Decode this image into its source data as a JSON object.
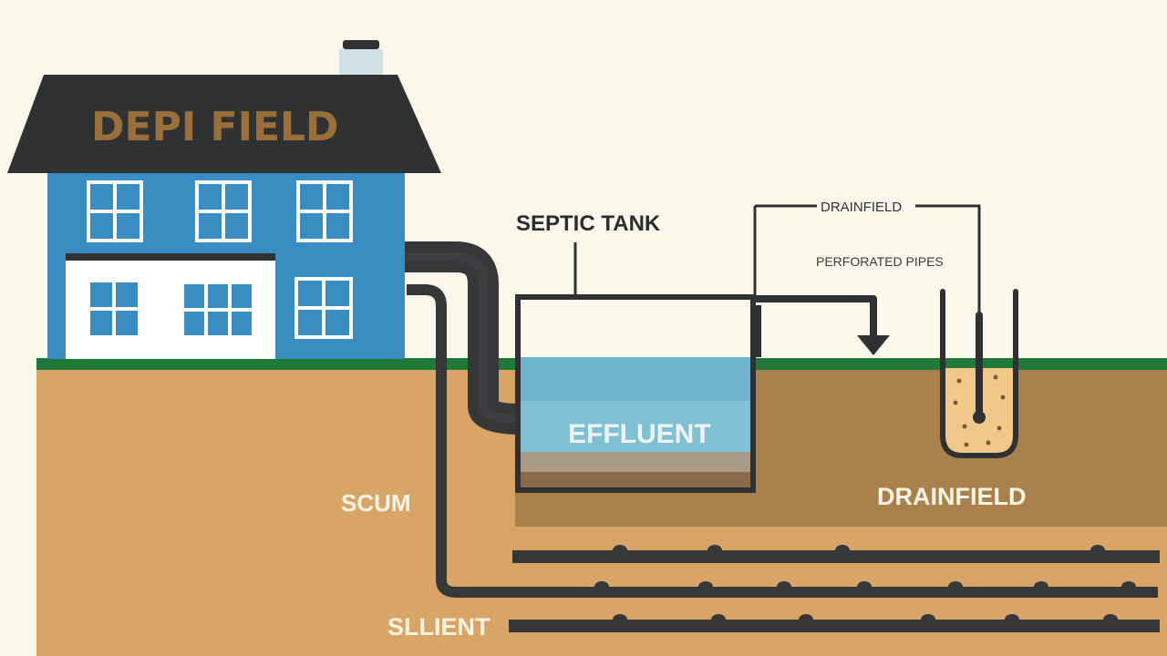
{
  "labels": {
    "roof": "DEPI FIELD",
    "septic_tank": "SEPTIC TANK",
    "drainfield_top": "DRAINFIELD",
    "perforated_pipes": "PERFORATED PIPES",
    "effluent": "EFFLUENT",
    "drainfield": "DRAINFIELD",
    "scum": "SCUM",
    "sllient": "SLLIENT"
  },
  "colors": {
    "background": "#fbf7ea",
    "roof": "#2f3133",
    "house_wall": "#3a8dc0",
    "window": "#3a8dc0",
    "window_frame": "#ffffff",
    "grass": "#1f7a3a",
    "soil": "#d8a566",
    "soil_dark": "#a9814d",
    "pipe": "#353739",
    "tank_water": "#6fb3cc",
    "tank_sludge": "#8a6a48",
    "drain_gravel": "#f0c98a"
  },
  "icons": {
    "arrow": "arrow-down-icon"
  }
}
